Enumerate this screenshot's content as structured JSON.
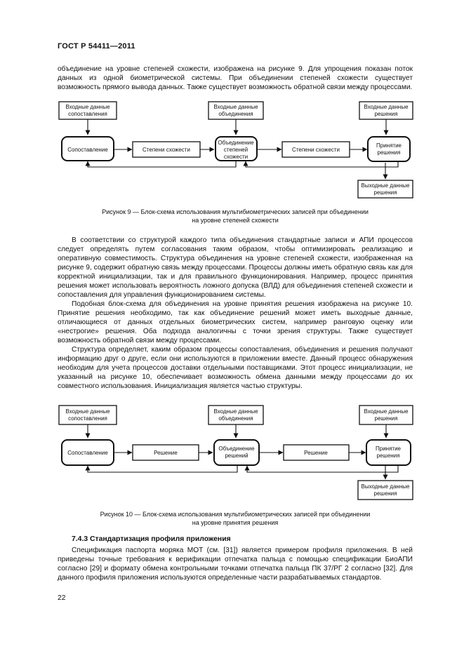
{
  "header": {
    "title": "ГОСТ Р 54411—2011"
  },
  "paragraphs": {
    "p1": "объединение на уровне степеней схожести, изображена на рисунке 9. Для упрощения показан поток данных из одной биометрической системы. При объединении степеней схожести существует возможность прямого вывода данных. Также существует возможность обратной связи между процессами.",
    "p2": "В соответствии со структурой каждого типа объединения стандартные записи и АПИ процессов следует определять путем согласования таким образом, чтобы оптимизировать реализацию и оперативную совместимость. Структура объединения на уровне степеней схожести, изображенная на рисунке 9, содержит обратную связь между процессами. Процессы должны иметь обратную связь как для корректной инициализации, так и для правильного функционирования. Например, процесс принятия решения может использовать вероятность ложного допуска (ВЛД) для объединения степеней схожести и сопоставления для управления функционированием системы.",
    "p3": "Подобная блок-схема для объединения на уровне принятия решения изображена на рисунке 10. Принятие решения необходимо, так как объединение решений может иметь выходные данные, отличающиеся от данных отдельных биометрических систем, например ранговую оценку или «нестрогие» решения. Оба подхода аналогичны с точки зрения структуры. Также существует возможность обратной связи между процессами.",
    "p4": "Структура определяет, каким образом процессы сопоставления, объединения и решения получают информацию друг о друге, если они используются в приложении вместе. Данный процесс обнаружения необходим для учета процессов доставки отдельными поставщиками. Этот процесс инициализации, не указанный на рисунке 10, обеспечивает возможность обмена данными между процессами до их совместного использования. Инициализация является частью структуры.",
    "p5": "Спецификация паспорта моряка МОТ (см. [31]) является примером профиля приложения. В ней приведены точные требования к верификации отпечатка пальца с помощью спецификации БиоАПИ согласно [29] и формату обмена контрольными точками отпечатка пальца ПК 37/РГ 2 согласно [32]. Для данного профиля приложения используются определенные части разрабатываемых стандартов."
  },
  "figure9": {
    "input1": [
      "Входные данные",
      "сопоставления"
    ],
    "input2": [
      "Входные данные",
      "объединения"
    ],
    "input3": [
      "Входные данные",
      "решения"
    ],
    "match": [
      "Сопоставление"
    ],
    "scores1": [
      "Степени схожести"
    ],
    "fusion": [
      "Объединение",
      "степеней",
      "схожести"
    ],
    "scores2": [
      "Степени схожести"
    ],
    "decision": [
      "Принятие",
      "решения"
    ],
    "output": [
      "Выходные данные",
      "решения"
    ],
    "caption1": "Рисунок 9 — Блок-схема использования мультибиометрических записей при объединении",
    "caption2": "на уровне степеней схожести"
  },
  "figure10": {
    "input1": [
      "Входные данные",
      "сопоставления"
    ],
    "input2": [
      "Входные данные",
      "объединения"
    ],
    "input3": [
      "Входные данные",
      "решения"
    ],
    "match": [
      "Сопоставление"
    ],
    "dec1": [
      "Решение"
    ],
    "fusion": [
      "Объединение",
      "решений"
    ],
    "dec2": [
      "Решение"
    ],
    "decision": [
      "Принятие",
      "решения"
    ],
    "output": [
      "Выходные данные",
      "решения"
    ],
    "caption1": "Рисунок 10 — Блок-схема использования мультибиометрических записей при объединении",
    "caption2": "на уровне принятия решения"
  },
  "section": {
    "title": "7.4.3 Стандартизация профиля приложения"
  },
  "footer": {
    "page_number": "22"
  }
}
